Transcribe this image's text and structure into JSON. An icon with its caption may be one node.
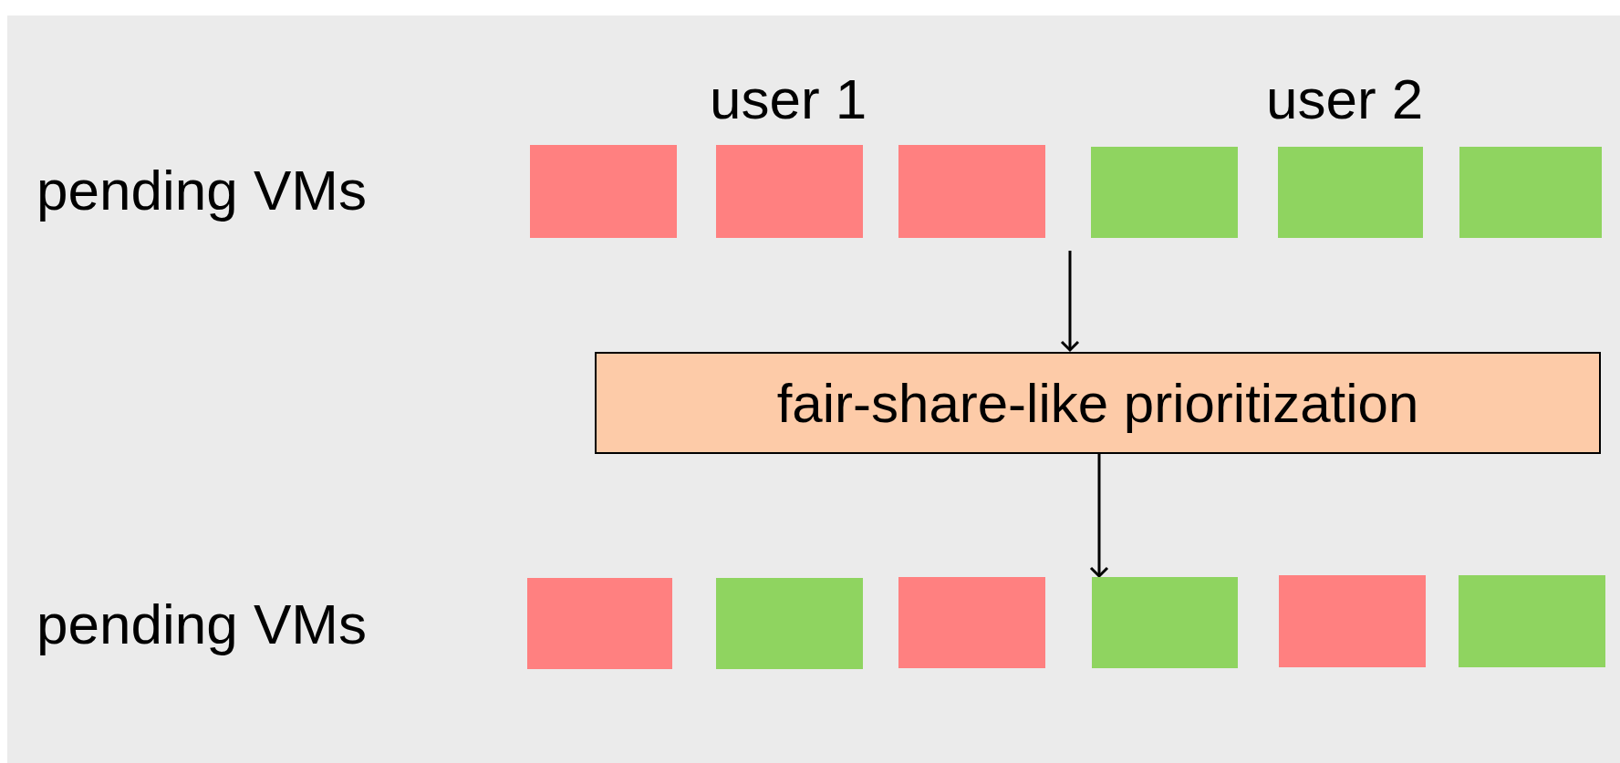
{
  "diagram": {
    "nodes": [
      {
        "text": [],
        "shape": "box"
      },
      {
        "text": [],
        "shape": "box"
      },
      {
        "text": [],
        "shape": "box"
      },
      {
        "text": [],
        "shape": "box"
      },
      {
        "text": [],
        "shape": "box"
      },
      {
        "text": [],
        "shape": "box"
      },
      {
        "text": [
          "fair-share-like prioritization"
        ]
      },
      {
        "text": [],
        "shape": "box"
      },
      {
        "text": [],
        "shape": "box"
      },
      {
        "text": [],
        "shape": "box"
      },
      {
        "text": [],
        "shape": "box"
      },
      {
        "text": [],
        "shape": "box"
      },
      {
        "text": [],
        "shape": "box"
      }
    ],
    "edges": [
      {
        "from": null,
        "to": 6,
        "arrow": "to"
      },
      {
        "from": 6,
        "to": 10,
        "arrow": "to"
      }
    ],
    "labels": [
      "user 1",
      "user 2",
      "pending VMs",
      "pending VMs"
    ]
  }
}
